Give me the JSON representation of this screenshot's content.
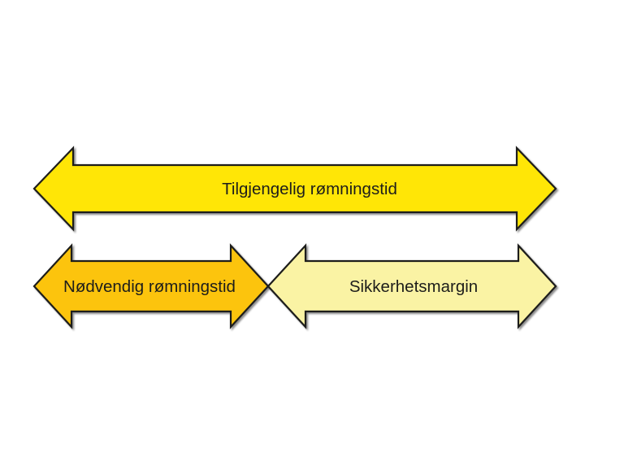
{
  "arrows": {
    "available": {
      "label": "Tilgjengelig rømningstid",
      "fill": "#ffe606"
    },
    "required": {
      "label": "Nødvendig rømningstid",
      "fill": "#fcc40d"
    },
    "margin": {
      "label": "Sikkerhetsmargin",
      "fill": "#faf3a4"
    }
  },
  "colors": {
    "background": "#ffffff",
    "outline": "#1d1d1b",
    "text": "#1d1d1b"
  }
}
